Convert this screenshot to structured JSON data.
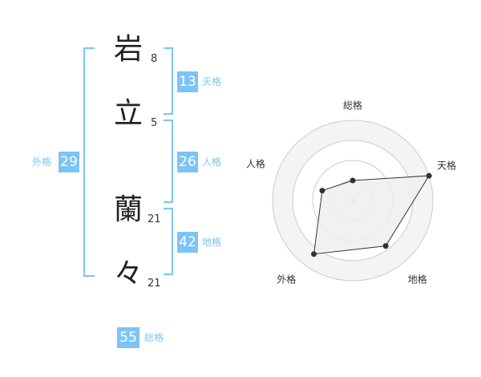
{
  "name": {
    "chars": [
      {
        "char": "岩",
        "strokes": "8"
      },
      {
        "char": "立",
        "strokes": "5"
      },
      {
        "char": "蘭",
        "strokes": "21"
      },
      {
        "char": "々",
        "strokes": "21"
      }
    ]
  },
  "fortune": {
    "tenkaku": {
      "value": "13",
      "label": "天格"
    },
    "jinkaku": {
      "value": "26",
      "label": "人格"
    },
    "chikaku": {
      "value": "42",
      "label": "地格"
    },
    "gaikaku": {
      "value": "29",
      "label": "外格"
    },
    "soukaku": {
      "value": "55",
      "label": "総格"
    }
  },
  "chart_data": {
    "type": "radar",
    "axes": [
      "総格",
      "天格",
      "地格",
      "外格",
      "人格"
    ],
    "scale_rings": 4,
    "values": [
      1.0,
      4.0,
      2.8,
      3.3,
      1.6
    ],
    "max": 4,
    "colors": {
      "fill": "#eeeeee",
      "line": "#333333",
      "grid": "#cccccc",
      "accent": "#7cc4f5"
    }
  }
}
